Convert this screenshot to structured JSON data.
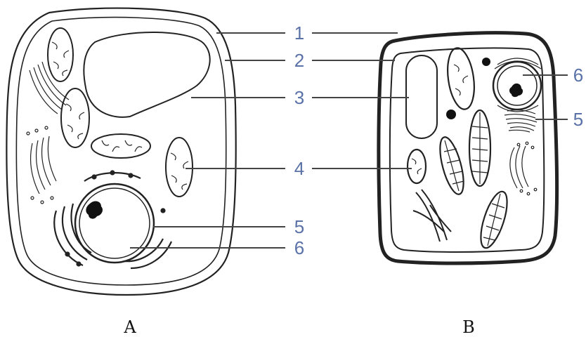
{
  "captions": {
    "a": "A",
    "b": "B"
  },
  "labels_a": [
    "1",
    "2",
    "3",
    "4",
    "5",
    "6"
  ],
  "labels_b": [
    "6",
    "5"
  ],
  "colors": {
    "label": "#5a72a8",
    "outline": "#222222"
  }
}
